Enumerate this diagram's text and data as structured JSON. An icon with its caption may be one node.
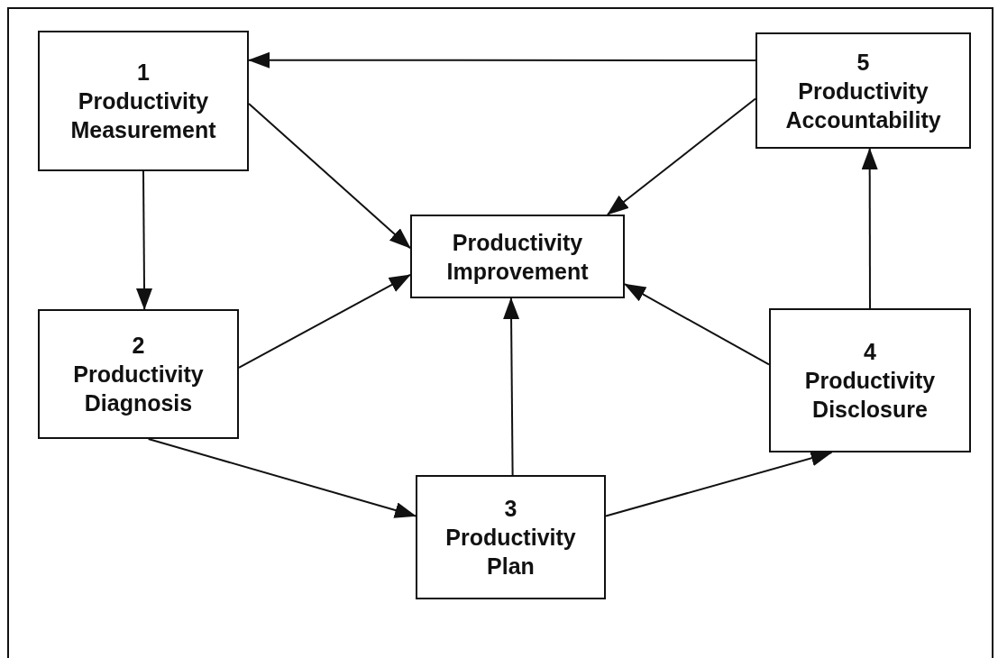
{
  "diagram": {
    "nodes": [
      {
        "text": [
          "1",
          "Productivity Measurement"
        ]
      },
      {
        "text": [
          "5",
          "Productivity Accountability"
        ]
      },
      {
        "text": [
          "Productivity Improvement"
        ]
      },
      {
        "text": [
          "2",
          "Productivity Diagnosis"
        ]
      },
      {
        "text": [
          "4",
          "Productivity Disclosure"
        ]
      },
      {
        "text": [
          "3",
          "Productivity Plan"
        ]
      }
    ],
    "edges": [
      {
        "from": 1,
        "to": 0,
        "arrow": "to"
      },
      {
        "from": 0,
        "to": 2,
        "arrow": "to"
      },
      {
        "from": 1,
        "to": 2,
        "arrow": "to"
      },
      {
        "from": 0,
        "to": 3,
        "arrow": "to"
      },
      {
        "from": 3,
        "to": 2,
        "arrow": "to"
      },
      {
        "from": 3,
        "to": 5,
        "arrow": "to"
      },
      {
        "from": 5,
        "to": 2,
        "arrow": "to"
      },
      {
        "from": 5,
        "to": 4,
        "arrow": "to"
      },
      {
        "from": 4,
        "to": 2,
        "arrow": "to"
      },
      {
        "from": 4,
        "to": 1,
        "arrow": "to"
      }
    ]
  }
}
